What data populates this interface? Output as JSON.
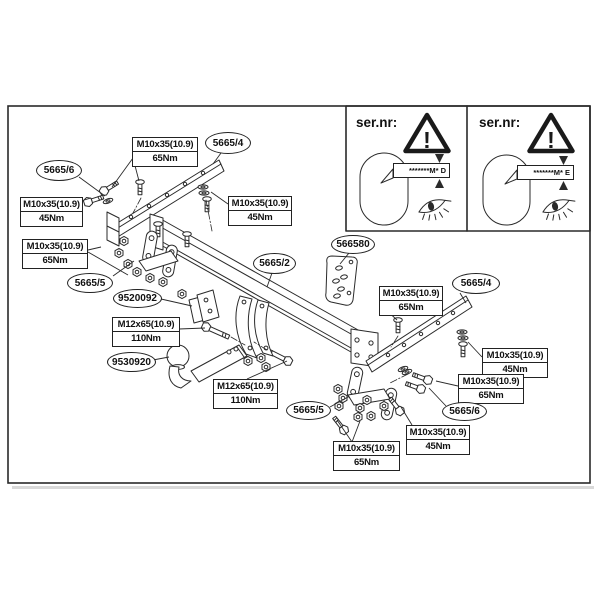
{
  "diagram": {
    "type": "towbar-assembly-instruction",
    "line_color": "#2a2a2a",
    "text_color": "#111111",
    "background": "#ffffff"
  },
  "serial_panels": [
    {
      "label": "ser.nr:",
      "warning": "!",
      "code_prefix": "*******M*",
      "code_letter": "D"
    },
    {
      "label": "ser.nr:",
      "warning": "!",
      "code_prefix": "*******M*",
      "code_letter": "E"
    }
  ],
  "part_callouts": [
    {
      "text": "5665/6"
    },
    {
      "text": "5665/4"
    },
    {
      "text": "5665/5"
    },
    {
      "text": "9520092"
    },
    {
      "text": "9530920"
    },
    {
      "text": "5665/2"
    },
    {
      "text": "566580"
    },
    {
      "text": "5665/4"
    },
    {
      "text": "5665/6"
    },
    {
      "text": "5665/5"
    }
  ],
  "torque_callouts": [
    {
      "spec": "M10x35(10.9)",
      "torque": "65Nm"
    },
    {
      "spec": "M10x35(10.9)",
      "torque": "45Nm"
    },
    {
      "spec": "M10x35(10.9)",
      "torque": "45Nm"
    },
    {
      "spec": "M10x35(10.9)",
      "torque": "65Nm"
    },
    {
      "spec": "M12x65(10.9)",
      "torque": "110Nm"
    },
    {
      "spec": "M12x65(10.9)",
      "torque": "110Nm"
    },
    {
      "spec": "M10x35(10.9)",
      "torque": "65Nm"
    },
    {
      "spec": "M10x35(10.9)",
      "torque": "45Nm"
    },
    {
      "spec": "M10x35(10.9)",
      "torque": "65Nm"
    },
    {
      "spec": "M10x35(10.9)",
      "torque": "45Nm"
    },
    {
      "spec": "M10x35(10.9)",
      "torque": "65Nm"
    }
  ]
}
